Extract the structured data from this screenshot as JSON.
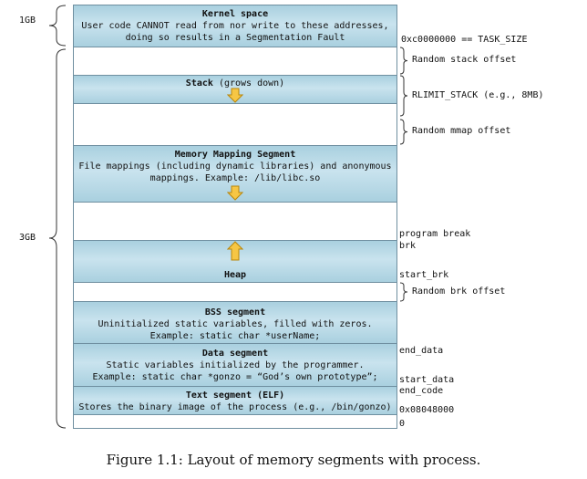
{
  "kernel": {
    "title": "Kernel space",
    "line1": "User code CANNOT read from nor write to these addresses,",
    "line2": "doing so results in a Segmentation Fault"
  },
  "stack": {
    "title": "Stack",
    "note": "(grows down)"
  },
  "mmap": {
    "title": "Memory Mapping Segment",
    "line1": "File mappings (including dynamic libraries) and anonymous",
    "line2": "mappings. Example: /lib/libc.so"
  },
  "heap": {
    "title": "Heap"
  },
  "bss": {
    "title": "BSS segment",
    "line1": "Uninitialized static variables, filled with zeros.",
    "line2": "Example: static char *userName;"
  },
  "data_seg": {
    "title": "Data segment",
    "line1": "Static variables initialized by the programmer.",
    "line2": "Example: static char *gonzo = “God’s own prototype”;"
  },
  "text_seg": {
    "title": "Text segment (ELF)",
    "line1": "Stores the binary image of the process (e.g., /bin/gonzo)"
  },
  "left_labels": {
    "kernel_size": "1GB",
    "user_size": "3GB"
  },
  "right_labels": {
    "task_size": "0xc0000000 == TASK_SIZE",
    "random_stack": "Random stack offset",
    "rlimit_stack": "RLIMIT_STACK (e.g., 8MB)",
    "random_mmap": "Random mmap offset",
    "program_break": "program break",
    "brk": "brk",
    "start_brk": "start_brk",
    "random_brk": "Random brk offset",
    "end_data": "end_data",
    "start_data": "start_data",
    "end_code": "end_code",
    "text_start": "0x08048000",
    "zero": "0"
  },
  "caption": "Figure 1.1: Layout of memory segments with process.",
  "colors": {
    "segment_fill": "#a9d0df",
    "segment_border": "#6f8fa0",
    "arrow_fill": "#f6c644",
    "arrow_stroke": "#b8860b"
  }
}
